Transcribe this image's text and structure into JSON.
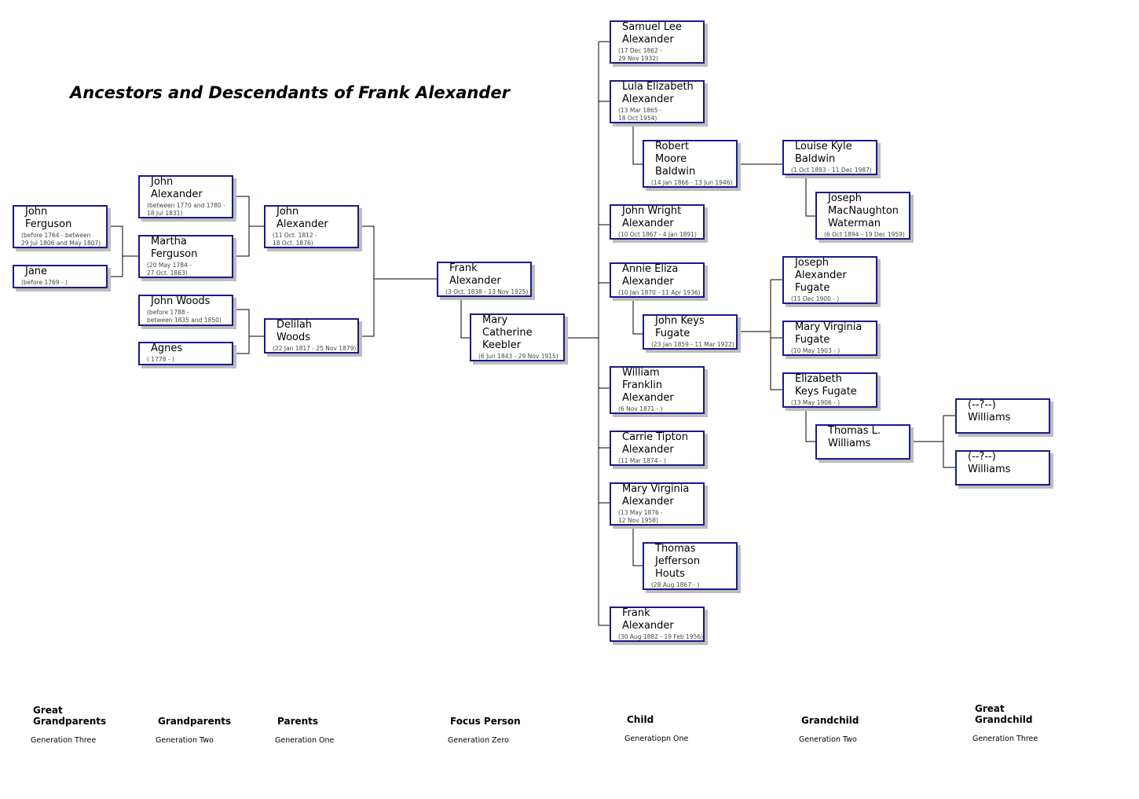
{
  "title": "Ancestors and Descendants of Frank Alexander",
  "people": {
    "john_ferguson": {
      "name": "John\nFerguson",
      "dates": "(before 1764 - between\n29 Jul 1806 and May 1807)"
    },
    "jane": {
      "name": "Jane",
      "dates": "(before 1769 - )"
    },
    "john_woods": {
      "name": "John Woods",
      "dates": "(before 1788 -\nbetween 1835 and 1850)"
    },
    "agnes": {
      "name": "Agnes",
      "dates": "( 1778 - )"
    },
    "john_alexander_gp": {
      "name": "John\nAlexander",
      "dates": "(between 1770 and 1780 -\n18 Jul 1831)"
    },
    "martha_ferguson": {
      "name": "Martha\nFerguson",
      "dates": "(20 May 1784 -\n27 Oct. 1863)"
    },
    "john_alexander_p": {
      "name": "John\nAlexander",
      "dates": "(11 Oct. 1812 -\n18 Oct. 1876)"
    },
    "delilah_woods": {
      "name": "Delilah\nWoods",
      "dates": "(22 Jan 1817 - 25 Nov 1879)"
    },
    "frank_alexander": {
      "name": "Frank\nAlexander",
      "dates": "(3 Oct. 1838 - 13 Nov 1925)"
    },
    "mary_catherine_keebler": {
      "name": "Mary\nCatherine\nKeebler",
      "dates": "(6 Jun 1843 - 29 Nov 1915)"
    },
    "samuel_lee": {
      "name": "Samuel Lee\nAlexander",
      "dates": "(17 Dec 1862 -\n29 Nov 1932)"
    },
    "lula_elizabeth": {
      "name": "Lula Elizabeth\nAlexander",
      "dates": "(13 Mar 1865 -\n18 Oct 1954)"
    },
    "robert_baldwin": {
      "name": "Robert\nMoore\nBaldwin",
      "dates": "(14 Jan 1866 - 13 Jun 1946)"
    },
    "louise_baldwin": {
      "name": "Louise Kyle\nBaldwin",
      "dates": "(1 Oct 1893 - 11 Dec 1987)"
    },
    "joseph_waterman": {
      "name": "Joseph\nMacNaughton\nWaterman",
      "dates": "(6 Oct 1894 - 19 Dec 1959)"
    },
    "john_wright": {
      "name": "John Wright\nAlexander",
      "dates": "(10 Oct 1867 - 4 Jan 1891)"
    },
    "annie_eliza": {
      "name": "Annie Eliza\nAlexander",
      "dates": "(10 Jan 1870 - 11 Apr 1936)"
    },
    "john_keys_fugate": {
      "name": "John Keys\nFugate",
      "dates": "(23 Jan 1859 - 11 Mar 1922)"
    },
    "joseph_fugate": {
      "name": "Joseph\nAlexander\nFugate",
      "dates": "(11 Dec 1900 - )"
    },
    "mary_virginia_fugate": {
      "name": "Mary Virginia\nFugate",
      "dates": "(10 May 1903 - )"
    },
    "elizabeth_fugate": {
      "name": "Elizabeth\nKeys Fugate",
      "dates": "(13 May 1906 - )"
    },
    "thomas_williams": {
      "name": "Thomas L.\nWilliams",
      "dates": ""
    },
    "williams_1": {
      "name": "(--?--)\nWilliams",
      "dates": ""
    },
    "williams_2": {
      "name": "(--?--)\nWilliams",
      "dates": ""
    },
    "william_franklin": {
      "name": "William\nFranklin\nAlexander",
      "dates": "(6 Nov 1871 - )"
    },
    "carrie_tipton": {
      "name": "Carrie Tipton\nAlexander",
      "dates": "(11 Mar 1874 - )"
    },
    "mary_virginia_alexander": {
      "name": "Mary Virginia\nAlexander",
      "dates": "(13 May 1876 -\n12 Nov 1958)"
    },
    "thomas_houts": {
      "name": "Thomas\nJefferson\nHouts",
      "dates": "(28 Aug 1867 - )"
    },
    "frank_alexander_jr": {
      "name": "Frank\nAlexander",
      "dates": "(30 Aug 1882 - 19 Feb 1956)"
    }
  },
  "generations": {
    "great_grandparents": {
      "label": "Great\nGrandparents",
      "sub": "Generation Three"
    },
    "grandparents": {
      "label": "Grandparents",
      "sub": "Generation Two"
    },
    "parents": {
      "label": "Parents",
      "sub": "Generation One"
    },
    "focus": {
      "label": "Focus Person",
      "sub": "Generation Zero"
    },
    "child": {
      "label": "Child",
      "sub": "Generatiopn One"
    },
    "grandchild": {
      "label": "Grandchild",
      "sub": "Generation Two"
    },
    "great_grandchild": {
      "label": "Great\nGrandchild",
      "sub": "Generation Three"
    }
  },
  "colors": {
    "box_border": "#1a1a8c",
    "shadow": "#bdbdbd",
    "line": "#000000"
  }
}
